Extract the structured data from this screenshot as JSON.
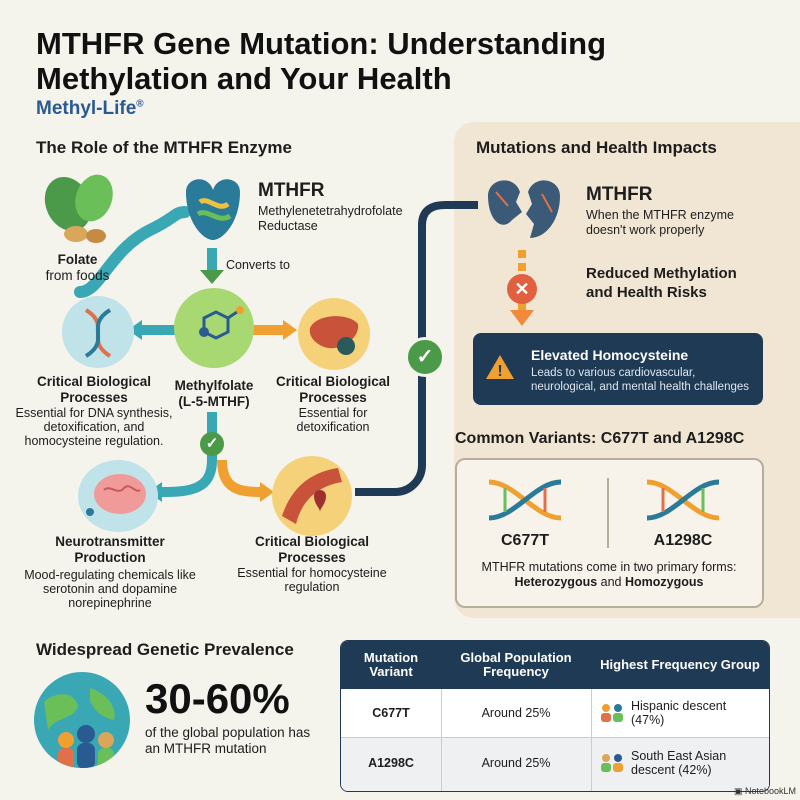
{
  "header": {
    "title": "MTHFR Gene Mutation: Understanding Methylation and Your Health",
    "brand": "Methyl-Life",
    "brand_mark": "®"
  },
  "role_section": {
    "heading": "The Role of the MTHFR Enzyme",
    "folate": {
      "label": "Folate",
      "sub": "from foods"
    },
    "mthfr": {
      "name": "MTHFR",
      "desc": "Methylenetetrahydrofolate Reductase"
    },
    "converts_to": "Converts to",
    "methylfolate": "Methylfolate (L-5-MTHF)",
    "left_process": {
      "title": "Critical Biological Processes",
      "desc": "Essential for DNA synthesis, detoxification, and homocysteine regulation."
    },
    "right_process": {
      "title": "Critical Biological Processes",
      "desc": "Essential for detoxification"
    },
    "neuro": {
      "title": "Neurotransmitter Production",
      "desc": "Mood-regulating chemicals like serotonin and dopamine norepinephrine"
    },
    "bottom_process": {
      "title": "Critical Biological Processes",
      "desc": "Essential for homocysteine regulation"
    }
  },
  "impacts": {
    "heading": "Mutations and Health Impacts",
    "mthfr": {
      "name": "MTHFR",
      "desc": "When the MTHFR enzyme doesn't work properly"
    },
    "reduced": "Reduced Methylation and Health Risks",
    "alert": {
      "title": "Elevated Homocysteine",
      "desc": "Leads to various cardiovascular, neurological, and mental health challenges"
    }
  },
  "variants": {
    "heading": "Common Variants: C677T and A1298C",
    "items": [
      "C677T",
      "A1298C"
    ],
    "note_prefix": "MTHFR mutations come in two primary forms:",
    "form1": "Heterozygous",
    "and": "and",
    "form2": "Homozygous"
  },
  "prevalence": {
    "heading": "Widespread Genetic Prevalence",
    "stat": "30-60%",
    "stat_desc": "of the global population has an MTHFR mutation"
  },
  "table": {
    "headers": [
      "Mutation Variant",
      "Global Population Frequency",
      "Highest Frequency Group"
    ],
    "rows": [
      {
        "variant": "C677T",
        "frequency": "Around 25%",
        "group": "Hispanic descent (47%)"
      },
      {
        "variant": "A1298C",
        "frequency": "Around 25%",
        "group": "South East Asian descent (42%)"
      }
    ]
  },
  "footer": {
    "credit": "NotebookLM"
  },
  "colors": {
    "navy": "#1f3a55",
    "teal": "#3aa7b5",
    "green": "#4a9a4a",
    "orange": "#f0a030",
    "red": "#e06040",
    "panel": "#f1e6d4"
  }
}
